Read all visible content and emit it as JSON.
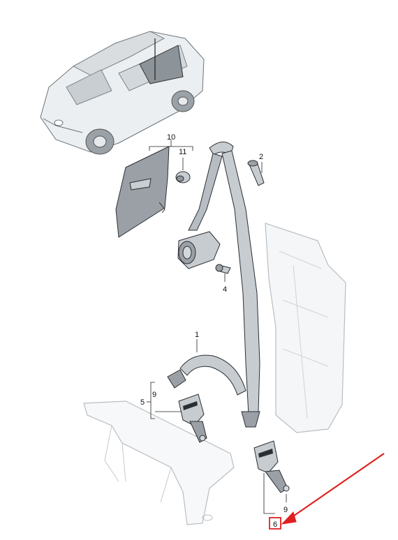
{
  "callouts": {
    "c1": "1",
    "c2": "2",
    "c4": "4",
    "c5": "5",
    "c6": "6",
    "c9a": "9",
    "c9b": "9",
    "c10": "10",
    "c11": "11"
  },
  "colors": {
    "part_fill": "#c7ccd1",
    "part_dark": "#8f969c",
    "ghost": "#b8bec4",
    "highlight": "#e02020"
  }
}
